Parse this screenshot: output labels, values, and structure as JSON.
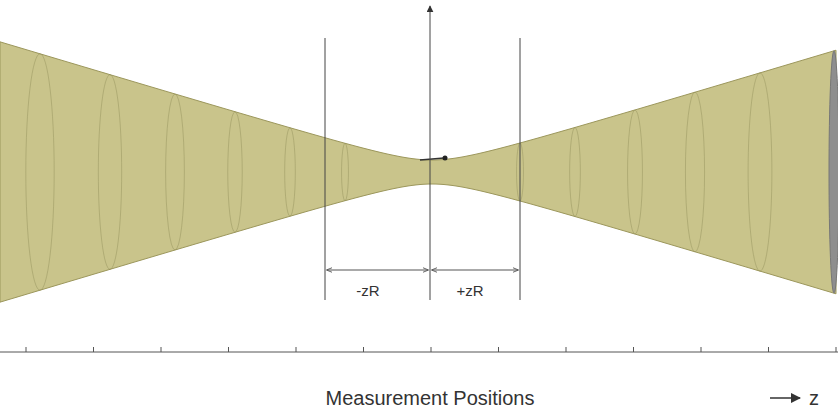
{
  "diagram": {
    "labels": [
      "-zR",
      "+zR",
      "Measurement Positions",
      "z"
    ]
  }
}
